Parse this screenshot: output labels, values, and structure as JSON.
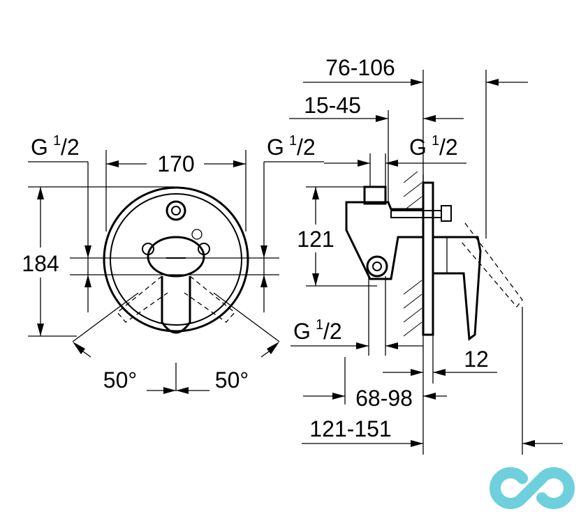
{
  "dimensions": {
    "width_170": "170",
    "height_184": "184",
    "angle_left": "50°",
    "angle_right": "50°",
    "d_76_106": "76-106",
    "d_15_45": "15-45",
    "d_121": "121",
    "d_12": "12",
    "d_68_98": "68-98",
    "d_121_151": "121-151"
  },
  "thread": {
    "g": "G",
    "num": "1",
    "slash_den": "/2"
  },
  "watermark": {
    "name": "logo-watermark",
    "color": "#6dd0dc"
  }
}
